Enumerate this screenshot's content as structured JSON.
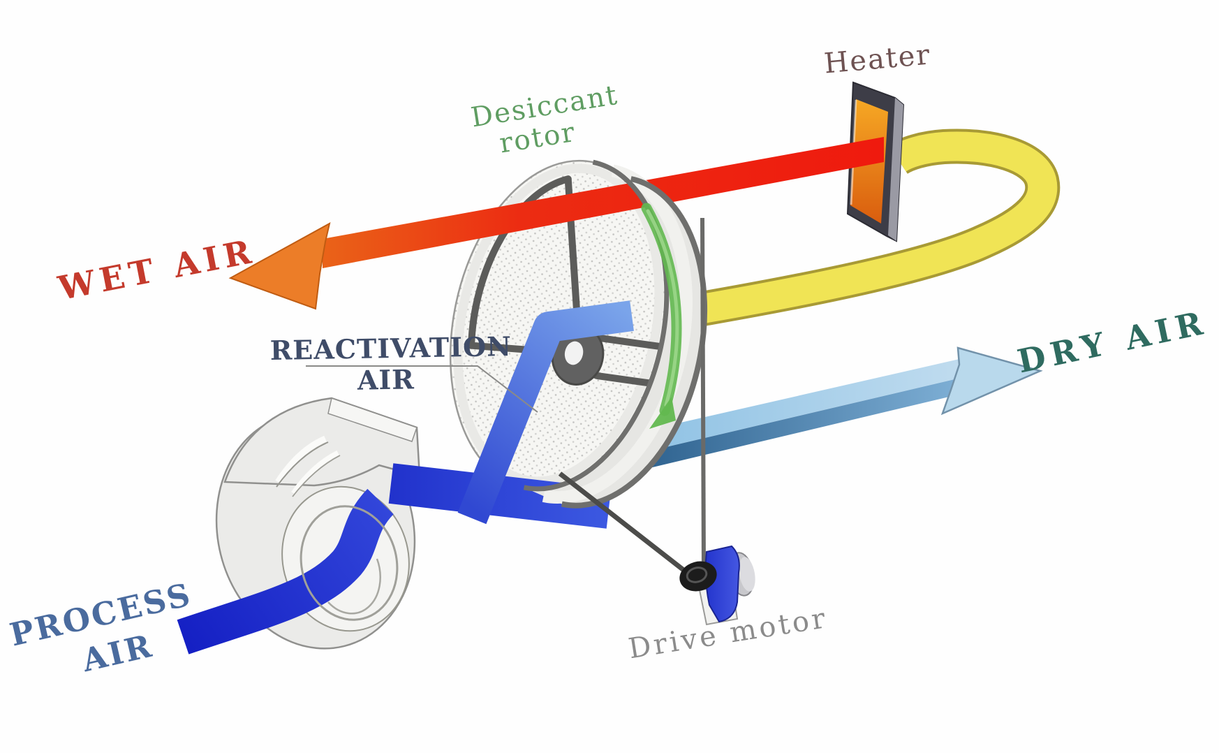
{
  "labels": {
    "heater": "Heater",
    "desiccant_rotor": {
      "line1": "Desiccant",
      "line2": "rotor"
    },
    "wet_air": "WET AIR",
    "reactivation_air": {
      "line1": "REACTIVATION",
      "line2": "AIR"
    },
    "process_air": {
      "line1": "PROCESS",
      "line2": "AIR"
    },
    "dry_air": "DRY AIR",
    "drive_motor": "Drive motor"
  },
  "colors": {
    "heater_text": "#6e5252",
    "desiccant_rotor_text": "#5f9d62",
    "wet_air_text": "#c43a2c",
    "reactivation_air_text": "#3f4c68",
    "process_air_text": "#4a6b9e",
    "dry_air_text": "#2f6b60",
    "drive_motor_text": "#8b8b8b",
    "hot_air_band": "#ee1c10",
    "wet_air_arrowhead": "#ec7d28",
    "reactivation_ribbon": "#f0e455",
    "process_duct": "#2132cc",
    "dry_air_arrow": "#3a74a8",
    "heater_panel": "#f49b22",
    "rotation_arrow": "#62b84f"
  }
}
